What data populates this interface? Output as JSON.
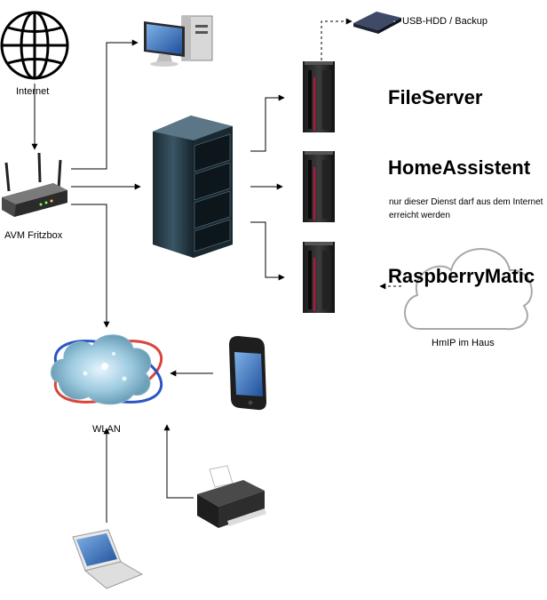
{
  "labels": {
    "internet": "Internet",
    "router": "AVM Fritzbox",
    "usb_hdd": "USB-HDD / Backup",
    "fileserver": "FileServer",
    "homeassistent": "HomeAssistent",
    "homeassistent_note": "nur dieser Dienst darf aus dem Internet erreicht werden",
    "raspberrymatic": "RaspberryMatic",
    "hmip": "HmIP im Haus",
    "wlan": "WLAN"
  },
  "icons": {
    "internet": "globe-icon",
    "router": "router-icon",
    "desktop": "desktop-pc-icon",
    "rack": "server-rack-icon",
    "server": "tower-server-icon",
    "usb_hdd": "external-drive-icon",
    "cloud": "cloud-icon",
    "wlan": "wireless-cloud-icon",
    "phone": "smartphone-icon",
    "printer": "printer-icon",
    "laptop": "laptop-icon"
  }
}
